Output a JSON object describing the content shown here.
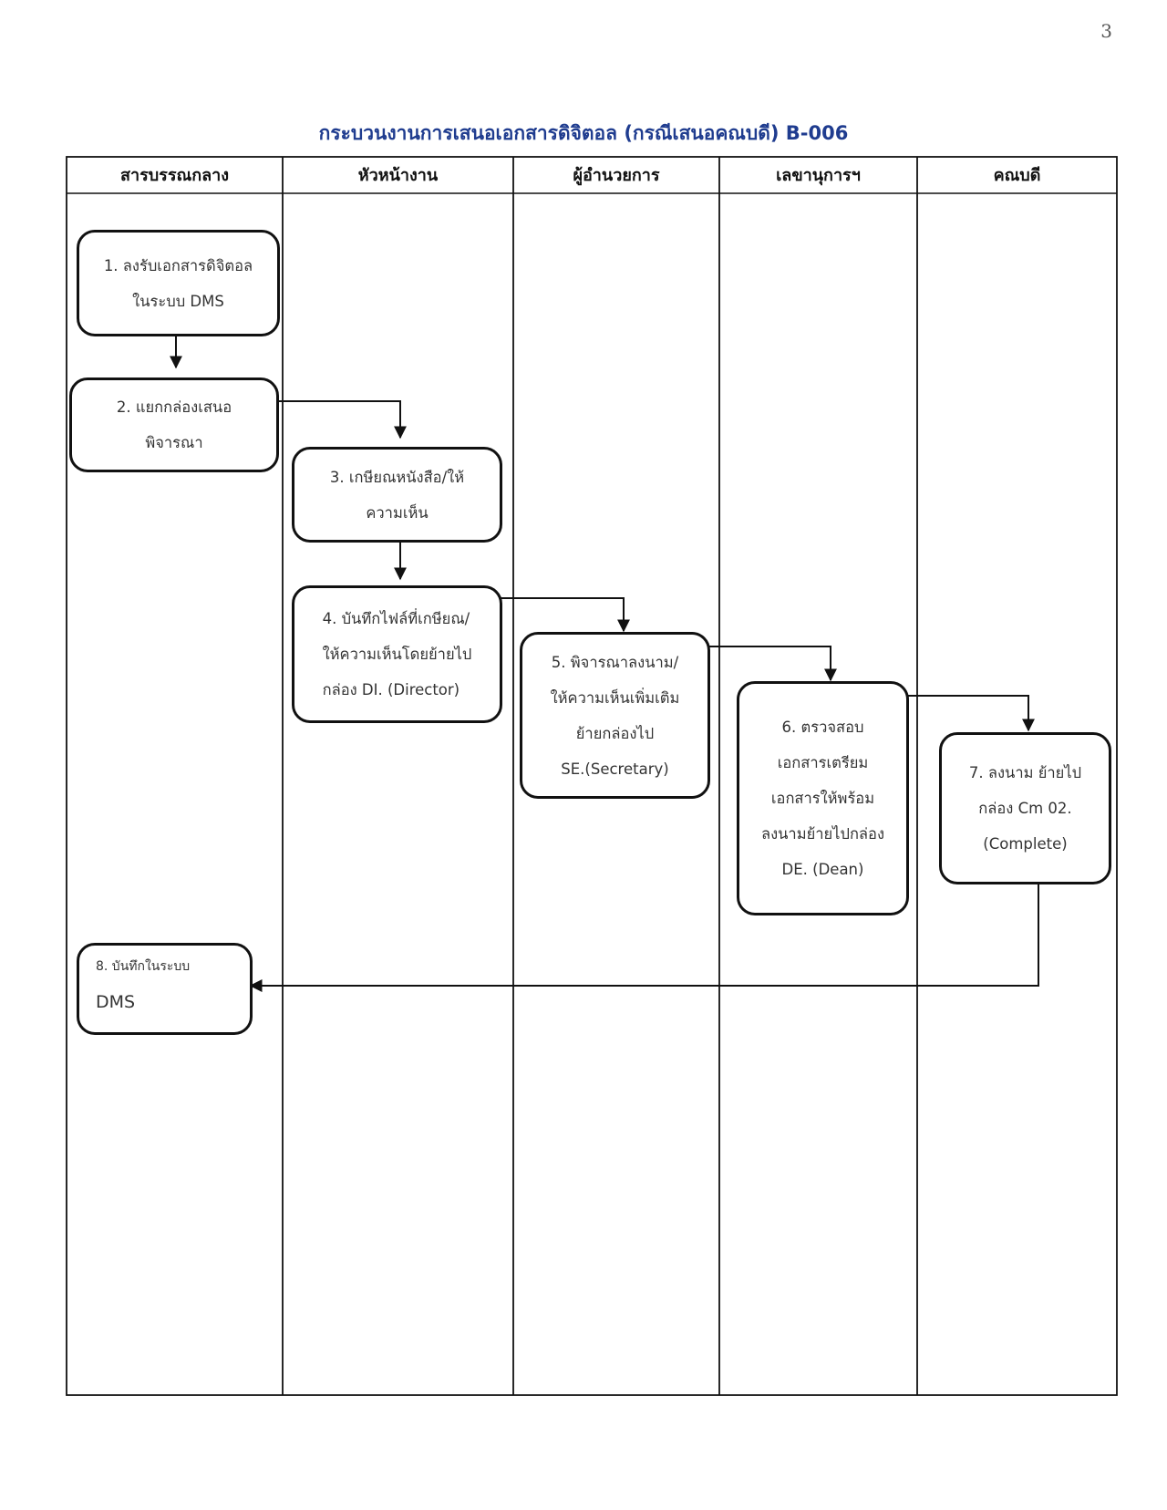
{
  "page_number": "3",
  "title": "กระบวนงานการเสนอเอกสารดิจิตอล (กรณีเสนอคณบดี) B-006",
  "lanes": [
    "สารบรรณกลาง",
    "หัวหน้างาน",
    "ผู้อำนวยการ",
    "เลขานุการฯ",
    "คณบดี"
  ],
  "steps": {
    "s1": [
      "1. ลงรับเอกสารดิจิตอล",
      "ในระบบ DMS"
    ],
    "s2": [
      "2. แยกกล่องเสนอ",
      "พิจารณา"
    ],
    "s3": [
      "3. เกษียณหนังสือ/ให้",
      "ความเห็น"
    ],
    "s4": [
      "4.  บันทึกไฟล์ที่เกษียณ/",
      "ให้ความเห็นโดยย้ายไป",
      "กล่อง DI. (Director)"
    ],
    "s5": [
      "5. พิจารณาลงนาม/",
      "ให้ความเห็นเพิ่มเติม",
      "ย้ายกล่องไป",
      "SE.(Secretary)"
    ],
    "s6": [
      "6. ตรวจสอบ",
      "เอกสารเตรียม",
      "เอกสารให้พร้อม",
      "ลงนามย้ายไปกล่อง",
      "DE. (Dean)"
    ],
    "s7": [
      "7. ลงนาม ย้ายไป",
      "กล่อง Cm 02.",
      "(Complete)"
    ],
    "s8": [
      "8. บันทึกในระบบ",
      "DMS"
    ]
  },
  "colors": {
    "title": "#1f3c8f",
    "line": "#111111"
  }
}
